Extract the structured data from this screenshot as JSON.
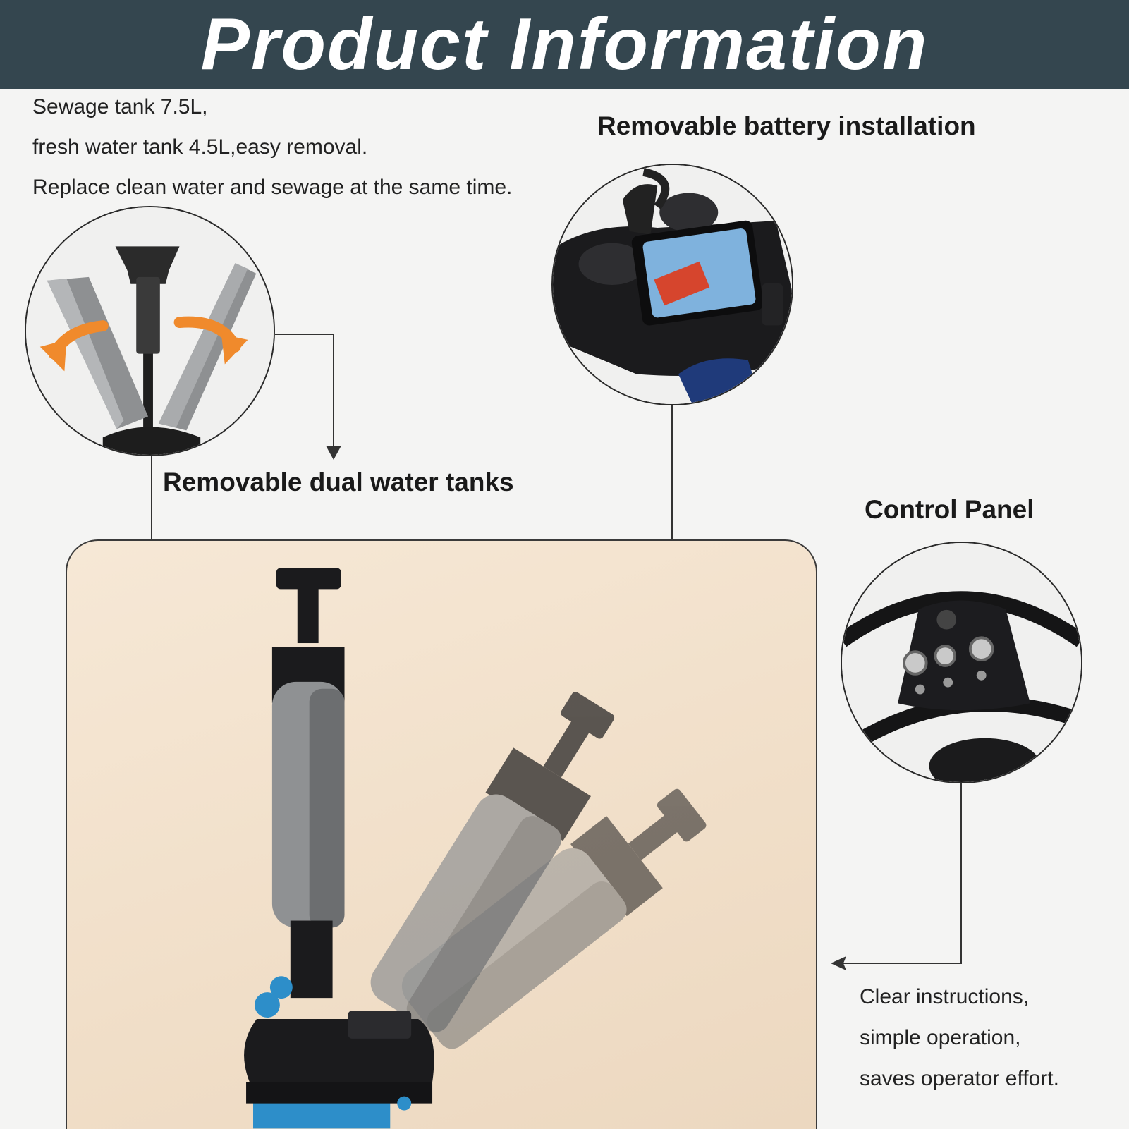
{
  "banner": {
    "title": "Product Information"
  },
  "tanks_description": {
    "line1": "Sewage tank 7.5L,",
    "line2": "fresh water tank 4.5L,easy removal.",
    "line3": "Replace clean water and sewage at the same time."
  },
  "labels": {
    "battery": "Removable battery installation",
    "dual_tanks": "Removable dual water tanks",
    "control_panel": "Control Panel"
  },
  "control_description": {
    "line1": "Clear instructions,",
    "line2": "simple operation,",
    "line3": "saves operator effort."
  },
  "colors": {
    "banner_bg": "#34464f",
    "accent_blue": "#2d8ec9",
    "arrow_orange": "#f08a2c",
    "machine_gray": "#8f9193",
    "machine_black": "#1b1b1d"
  },
  "icons": [
    "rotate-arrow-icon",
    "connector-arrow-icon"
  ]
}
